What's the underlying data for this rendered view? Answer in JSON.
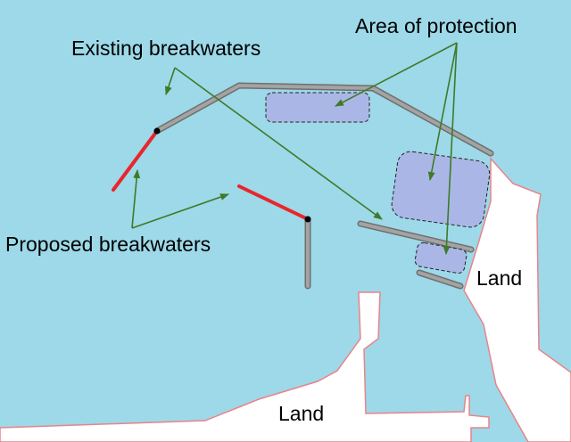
{
  "labels": {
    "existing_breakwaters": "Existing breakwaters",
    "area_of_protection": "Area of protection",
    "proposed_breakwaters": "Proposed breakwaters",
    "land_right": "Land",
    "land_bottom": "Land"
  },
  "colors": {
    "sea": "#9dd9e8",
    "land": "#ffffff",
    "land_outline": "#e8848a",
    "existing_breakwater": "#999999",
    "existing_breakwater_outline": "#6f6f6f",
    "proposed_breakwater": "#e8262b",
    "protection_area_fill": "#aab7e6",
    "protection_area_outline": "#222222",
    "arrow": "#3f7a28"
  }
}
